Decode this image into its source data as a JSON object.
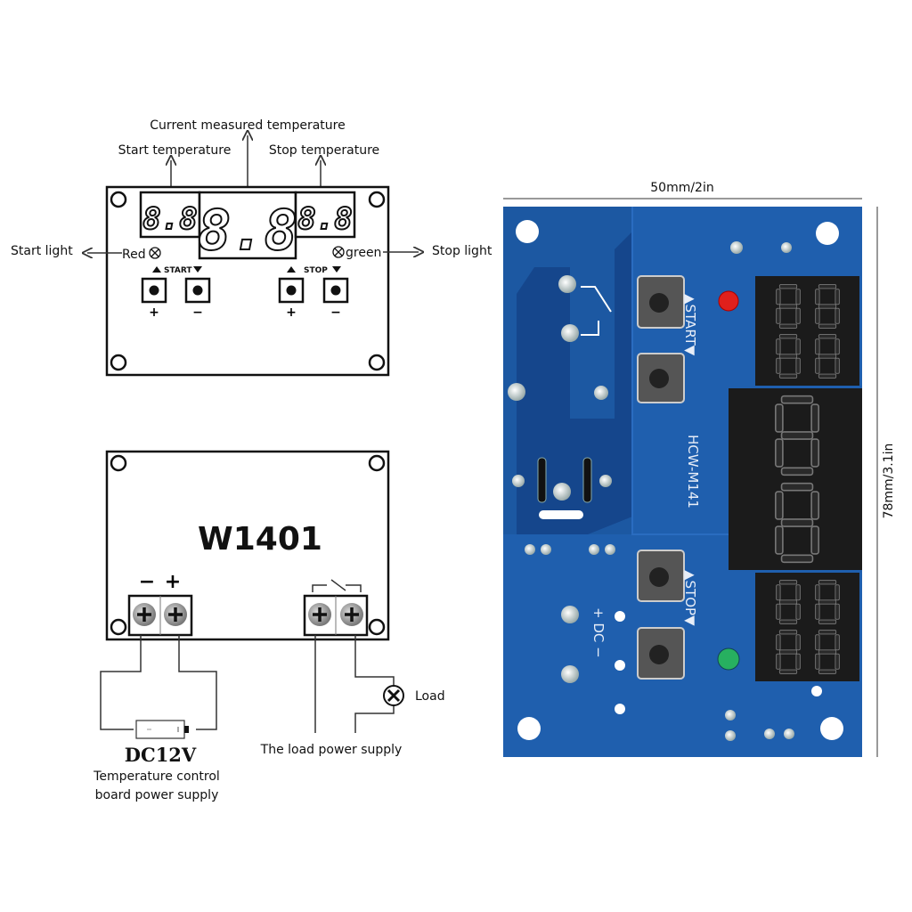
{
  "top_diagram": {
    "current_label": "Current measured temperature",
    "start_temp_label": "Start temperature",
    "stop_temp_label": "Stop temperature",
    "start_light_label": "Start light",
    "stop_light_label": "Stop light",
    "red_label": "Red",
    "green_label": "green",
    "start_group_label": "START",
    "stop_group_label": "STOP",
    "small_display": "8.8",
    "big_display": "8.8",
    "plus": "+",
    "minus": "−"
  },
  "bottom_diagram": {
    "model": "W1401",
    "power_minus": "−",
    "power_plus": "+",
    "battery_label": "DC12V",
    "power_caption_line1": "Temperature control",
    "power_caption_line2": "board power supply",
    "load_supply_label": "The load power supply",
    "load_label": "Load"
  },
  "photo": {
    "width_label": "50mm/2in",
    "height_label": "78mm/3.1in",
    "start_silk": "▲START▼",
    "stop_silk": "▲STOP▼",
    "model_silk": "HCW-M141",
    "dc_silk": "+ DC −",
    "pcb_color": "#1f5fae",
    "red_led": "#e0201c",
    "green_led": "#27b060"
  }
}
